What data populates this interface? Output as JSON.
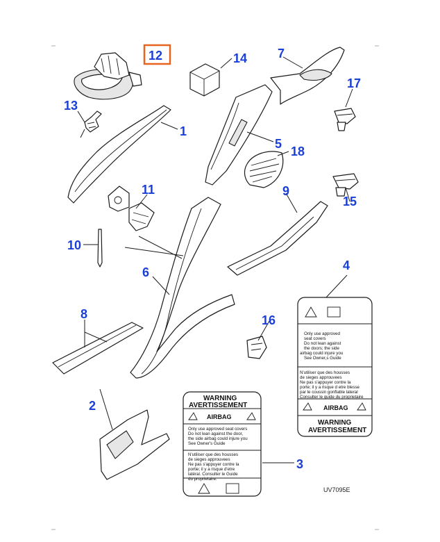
{
  "callouts": {
    "c1": "1",
    "c2": "2",
    "c3": "3",
    "c4": "4",
    "c5": "5",
    "c6": "6",
    "c7": "7",
    "c8": "8",
    "c9": "9",
    "c10": "10",
    "c11": "11",
    "c12": "12",
    "c13": "13",
    "c14": "14",
    "c15": "15",
    "c16": "16",
    "c17": "17",
    "c18": "18"
  },
  "highlight_color": "#e8641e",
  "callout_color": "#1a3fd6",
  "label_left": {
    "heading": [
      "WARNING",
      "AVERTISSEMENT"
    ],
    "airbag": "AIRBAG",
    "english_lines": [
      "Only use approved seat covers",
      "Do not lean against the door,",
      "the side airbag could injure you",
      "See Owner's Guide"
    ],
    "french_lines": [
      "N'utiliser que des housses",
      "de sieges approuvees",
      "Ne pas s'appuyer contre la",
      "portie; il y a risque d'etre",
      "latéral. Consulter le Guide",
      "du proprietaire."
    ]
  },
  "label_right": {
    "english_lines": [
      "Only use approved",
      "seat covers",
      "Do not lean against",
      "the doors; the side",
      "airbag could injure you",
      "See Owner,s Guide"
    ],
    "french_lines": [
      "N'utiliser que des housses",
      "de sieges approuvees",
      "Ne pas s'appuyer contre la",
      "porte; il y a risque d etre blesse",
      "par le coussin gonflable lateral",
      "Consulter le guide du proprietaire"
    ],
    "airbag": "AIRBAG",
    "footer": [
      "WARNING",
      "AVERTISSEMENT"
    ]
  },
  "reference_code": "UV7095E"
}
